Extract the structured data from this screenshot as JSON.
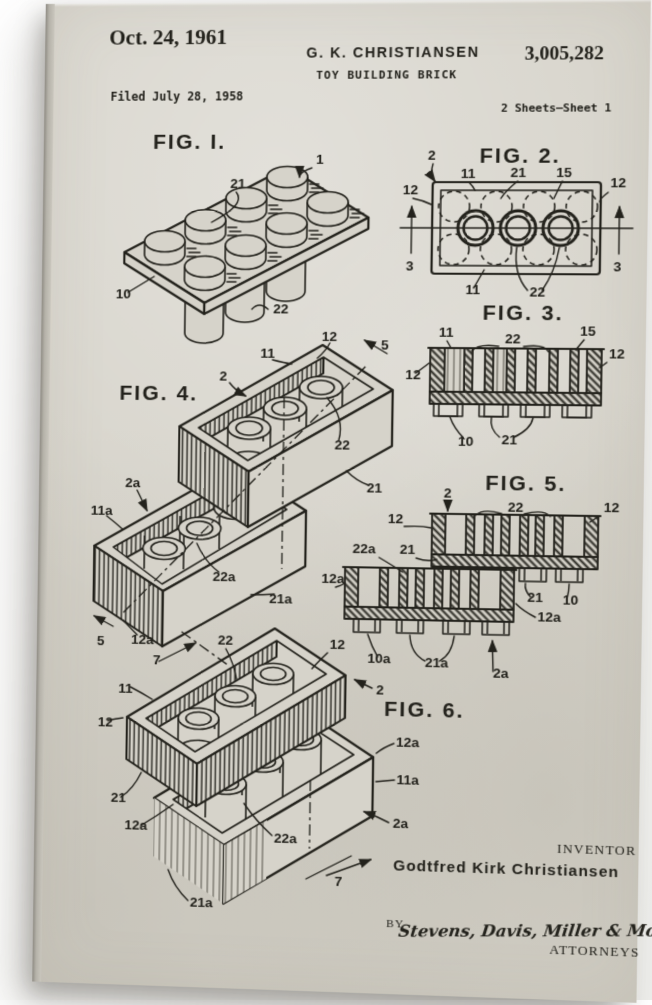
{
  "header": {
    "date": "Oct. 24, 1961",
    "inventor_short": "G. K. CHRISTIANSEN",
    "patent_number": "3,005,282",
    "invention_title": "TOY BUILDING BRICK",
    "filed": "Filed July 28, 1958",
    "sheet_info": "2 Sheets—Sheet 1"
  },
  "figures": {
    "fig1": {
      "title": "FIG. I.",
      "labels": [
        "1",
        "21",
        "10",
        "22"
      ]
    },
    "fig2": {
      "title": "FIG. 2.",
      "labels": [
        "2",
        "11",
        "21",
        "15",
        "12",
        "12",
        "3",
        "3",
        "11",
        "22"
      ]
    },
    "fig3": {
      "title": "FIG. 3.",
      "labels": [
        "11",
        "22",
        "15",
        "12",
        "12",
        "10",
        "21"
      ]
    },
    "fig4": {
      "title": "FIG. 4.",
      "labels": [
        "12",
        "5",
        "11",
        "2",
        "22",
        "21",
        "2a",
        "11a",
        "22a",
        "21a",
        "12a",
        "5"
      ]
    },
    "fig5": {
      "title": "FIG. 5.",
      "labels": [
        "2",
        "22",
        "12",
        "12",
        "22a",
        "21",
        "21",
        "10",
        "12a",
        "12a",
        "10a",
        "21a",
        "2a"
      ]
    },
    "fig6": {
      "title": "FIG. 6.",
      "labels": [
        "22",
        "12",
        "11",
        "2",
        "12",
        "12a",
        "11a",
        "21",
        "2a",
        "12a",
        "22a",
        "21a",
        "7",
        "7"
      ]
    }
  },
  "footer": {
    "inventor_caption": "INVENTOR",
    "inventor_name": "Godtfred Kirk Christiansen",
    "by_label": "BY",
    "signature": "Stevens, Davis, Miller & Mosher",
    "attorneys_caption": "ATTORNEYS"
  }
}
